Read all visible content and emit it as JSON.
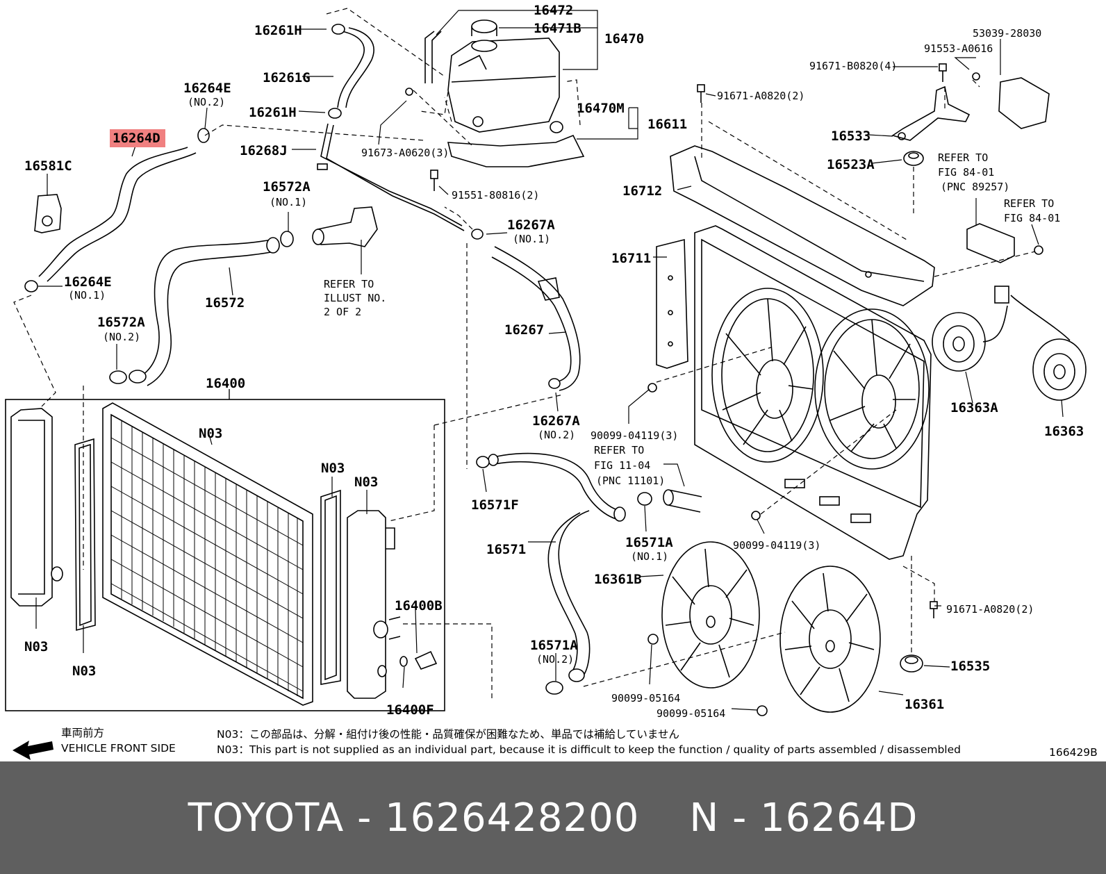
{
  "callouts": {
    "c16472": "16472",
    "c16471B": "16471B",
    "c16470": "16470",
    "c16261H_top": "16261H",
    "c16261G": "16261G",
    "c16261H_mid": "16261H",
    "c16264E_no2": "16264E",
    "no2_a": "(NO.2)",
    "c16264D": "16264D",
    "c16581C": "16581C",
    "c16268J": "16268J",
    "c91673": "91673-A0620(3)",
    "c16470M": "16470M",
    "c16611": "16611",
    "c91551": "91551-80816(2)",
    "c16572A_no1": "16572A",
    "no1_a": "(NO.1)",
    "c16267A_no1": "16267A",
    "no1_b": "(NO.1)",
    "c16264E_no1": "16264E",
    "no1_c": "(NO.1)",
    "c16572": "16572",
    "refer_illust_1": "REFER TO",
    "refer_illust_2": "ILLUST NO.",
    "refer_illust_3": "2 OF 2",
    "c16572A_no2": "16572A",
    "no2_b": "(NO.2)",
    "c16267": "16267",
    "c16400": "16400",
    "c16267A_no2": "16267A",
    "no2_c": "(NO.2)",
    "c53039": "53039-28030",
    "c91553": "91553-A0616",
    "c91671_b0820": "91671-B0820(4)",
    "c91671_a0820_top": "91671-A0820(2)",
    "c16533": "16533",
    "c16523A": "16523A",
    "refer8401a_1": "REFER TO",
    "refer8401a_2": "FIG 84-01",
    "refer8401a_3": "(PNC 89257)",
    "c16712": "16712",
    "refer8401b_1": "REFER TO",
    "refer8401b_2": "FIG 84-01",
    "c16711": "16711",
    "c16363A": "16363A",
    "c16363": "16363",
    "c90099_04119_a": "90099-04119(3)",
    "refer1104_1": "REFER TO",
    "refer1104_2": "FIG 11-04",
    "refer1104_3": "(PNC 11101)",
    "c16571F": "16571F",
    "c16571": "16571",
    "c16571A_no1": "16571A",
    "no1_d": "(NO.1)",
    "c90099_04119_b": "90099-04119(3)",
    "c16361B": "16361B",
    "c91671_a0820_bot": "91671-A0820(2)",
    "c16571A_no2": "16571A",
    "no2_d": "(NO.2)",
    "c90099_05164_a": "90099-05164",
    "c16535": "16535",
    "c90099_05164_b": "90099-05164",
    "c16361": "16361",
    "n03_core": "N03",
    "n03_mid": "N03",
    "n03_right": "N03",
    "n03_lt": "N03",
    "n03_lb": "N03",
    "c16400B": "16400B",
    "c16400F": "16400F"
  },
  "notes": {
    "front_jp": "車両前方",
    "front_en": "VEHICLE FRONT SIDE",
    "n03_jp": "N03：この部品は、分解・組付け後の性能・品質確保が困難なため、単品では補給していません",
    "n03_en": "N03：This part is not supplied as an individual part, because it is difficult to keep the function / quality of parts  assembled / disassembled",
    "illustration_no": "166429B"
  },
  "footer": {
    "brand_part": "TOYOTA - 1626428200",
    "ref": "N - 16264D"
  },
  "colors": {
    "highlight": "#f08080",
    "footer_bg": "#5f5f5f",
    "footer_text": "#ffffff"
  }
}
